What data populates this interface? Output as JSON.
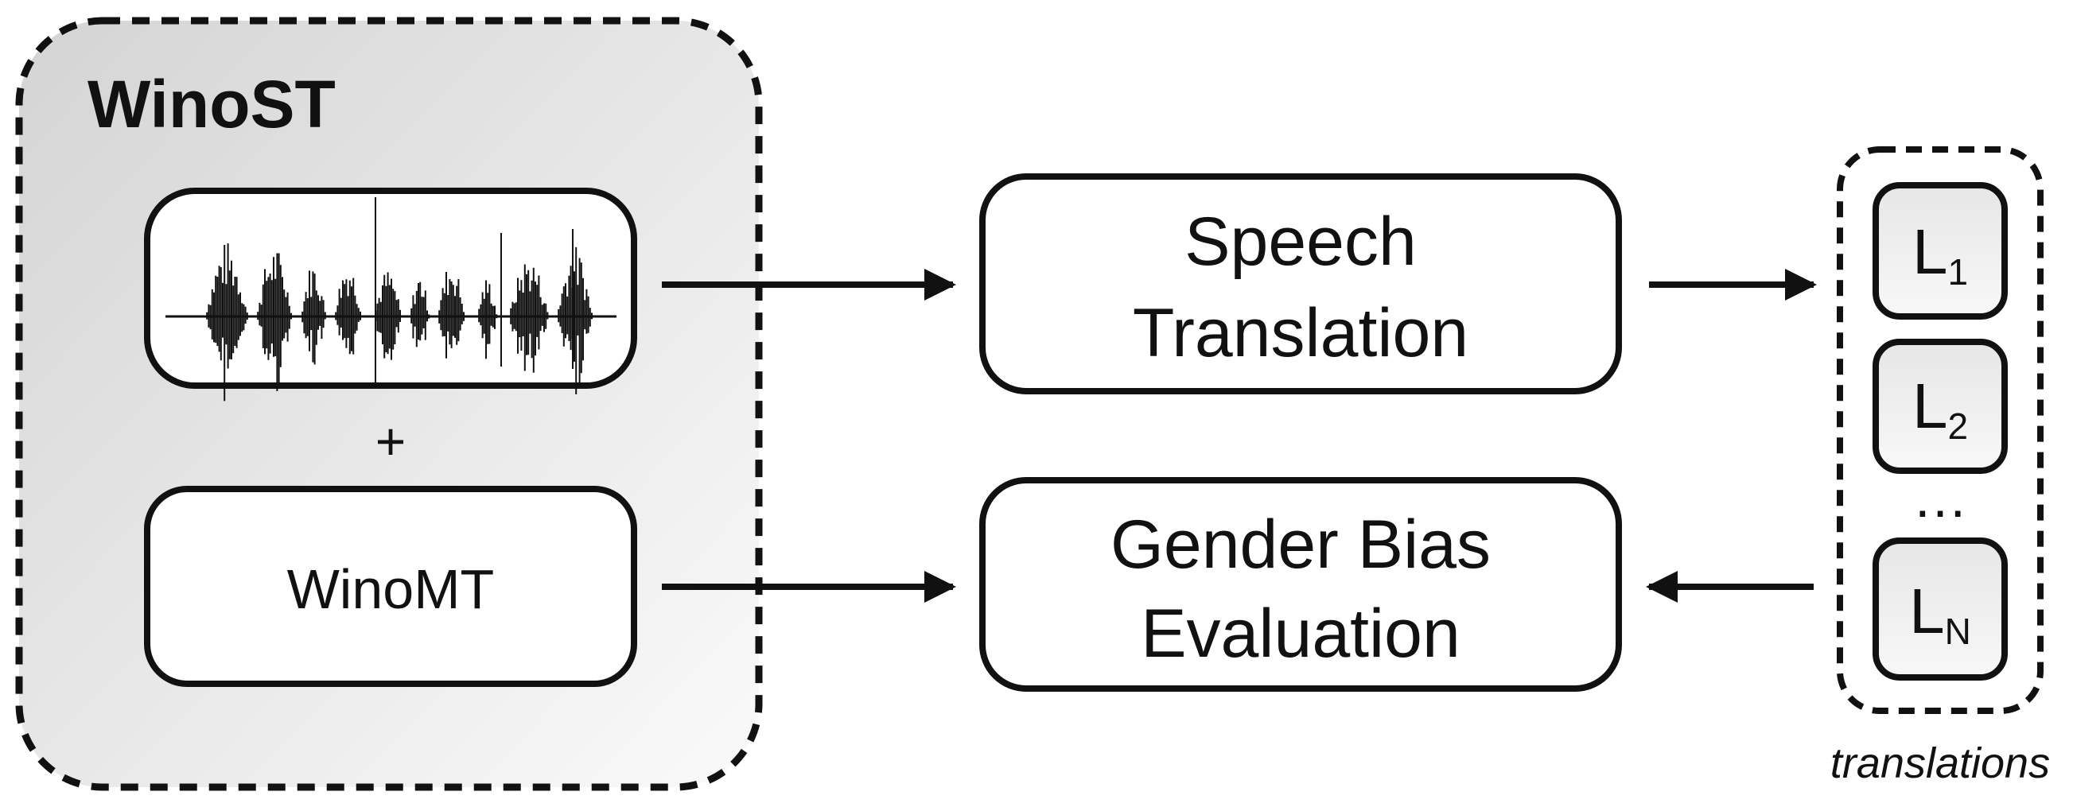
{
  "group": {
    "title": "WinoST"
  },
  "plus": "+",
  "winomt": {
    "label": "WinoMT"
  },
  "speech_translation": {
    "line1": "Speech",
    "line2": "Translation"
  },
  "gender_bias": {
    "line1": "Gender Bias",
    "line2": "Evaluation"
  },
  "languages": [
    {
      "letter": "L",
      "sub": "1"
    },
    {
      "letter": "L",
      "sub": "2"
    },
    {
      "letter": "L",
      "sub": "N"
    }
  ],
  "ellipsis": "…",
  "translations_caption": "translations",
  "colors": {
    "stroke": "#111111",
    "group_fill_start": "#d6d6d6",
    "group_fill_end": "#fbfbfb",
    "box_fill": "#ffffff"
  }
}
